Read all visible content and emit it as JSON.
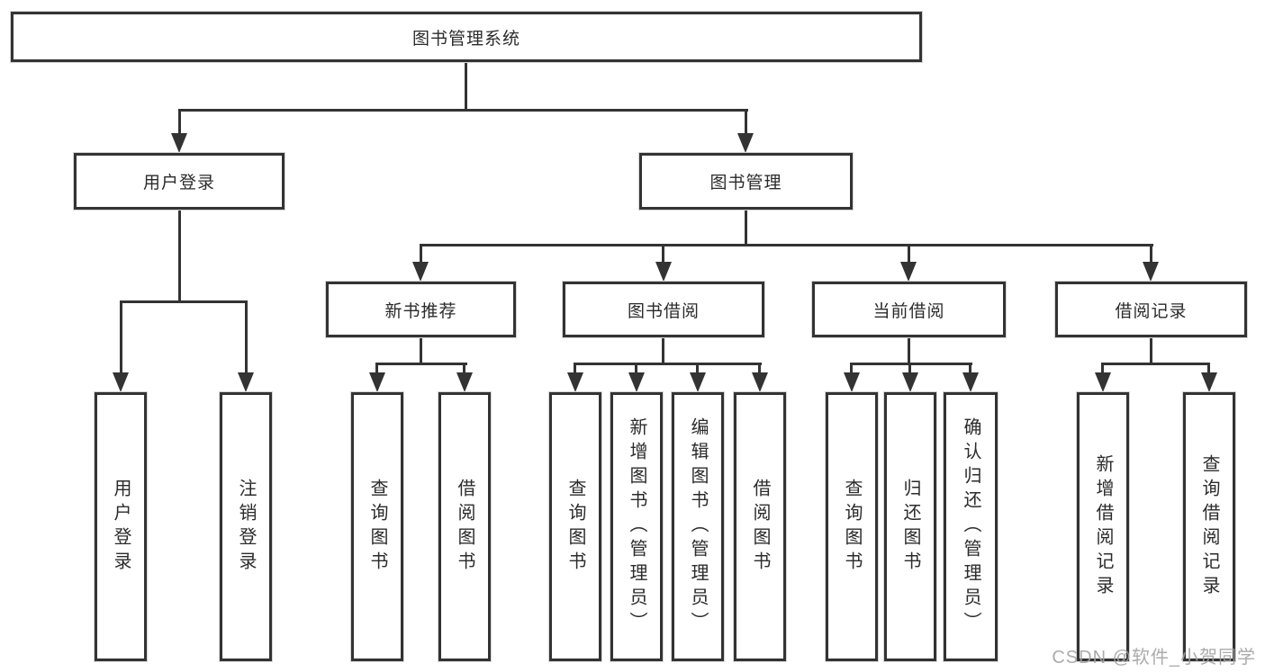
{
  "diagram": {
    "root": {
      "label": "图书管理系统"
    },
    "level2": [
      {
        "id": "user-login",
        "label": "用户登录"
      },
      {
        "id": "book-management",
        "label": "图书管理"
      }
    ],
    "level3": [
      {
        "id": "new-book-recommendation",
        "label": "新书推荐",
        "parent": "图书管理"
      },
      {
        "id": "book-borrowing",
        "label": "图书借阅",
        "parent": "图书管理"
      },
      {
        "id": "current-borrowing",
        "label": "当前借阅",
        "parent": "图书管理"
      },
      {
        "id": "borrowing-records",
        "label": "借阅记录",
        "parent": "图书管理"
      }
    ],
    "leaves": [
      {
        "label": "用户登录",
        "parent": "用户登录"
      },
      {
        "label": "注销登录",
        "parent": "用户登录"
      },
      {
        "label": "查询图书",
        "parent": "新书推荐"
      },
      {
        "label": "借阅图书",
        "parent": "新书推荐"
      },
      {
        "label": "查询图书",
        "parent": "图书借阅"
      },
      {
        "label": "新增图书（管理员）",
        "parent": "图书借阅"
      },
      {
        "label": "编辑图书（管理员）",
        "parent": "图书借阅"
      },
      {
        "label": "借阅图书",
        "parent": "图书借阅"
      },
      {
        "label": "查询图书",
        "parent": "当前借阅"
      },
      {
        "label": "归还图书",
        "parent": "当前借阅"
      },
      {
        "label": "确认归还（管理员）",
        "parent": "当前借阅"
      },
      {
        "label": "新增借阅记录",
        "parent": "借阅记录"
      },
      {
        "label": "查询借阅记录",
        "parent": "借阅记录"
      }
    ]
  },
  "watermark": {
    "text": "CSDN @软件_小贺同学"
  },
  "colors": {
    "line": "#333333",
    "box_border": "#333333",
    "background": "#ffffff",
    "watermark": "#a2a2a2"
  }
}
